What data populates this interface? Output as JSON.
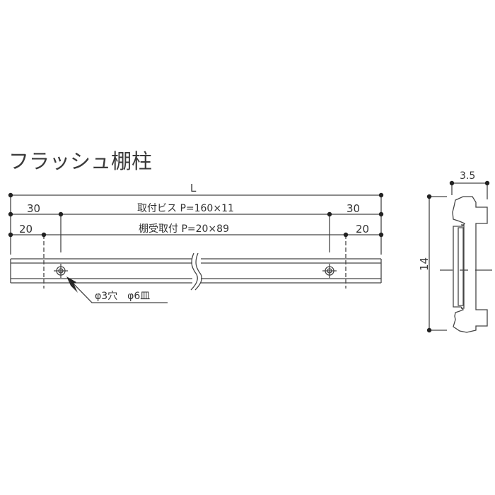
{
  "title": "フラッシュ棚柱",
  "front_view": {
    "overall_length_label": "L",
    "screw_pitch_label": "取付ビス P=160×11",
    "bracket_pitch_label": "棚受取付 P=20×89",
    "left_screw_offset": "30",
    "right_screw_offset": "30",
    "left_bracket_offset": "20",
    "right_bracket_offset": "20",
    "hole_callout": "φ3穴　φ6皿"
  },
  "section_view": {
    "width_label": "3.5",
    "height_label": "14"
  },
  "colors": {
    "line": "#444444",
    "text": "#333333",
    "background": "#ffffff"
  }
}
